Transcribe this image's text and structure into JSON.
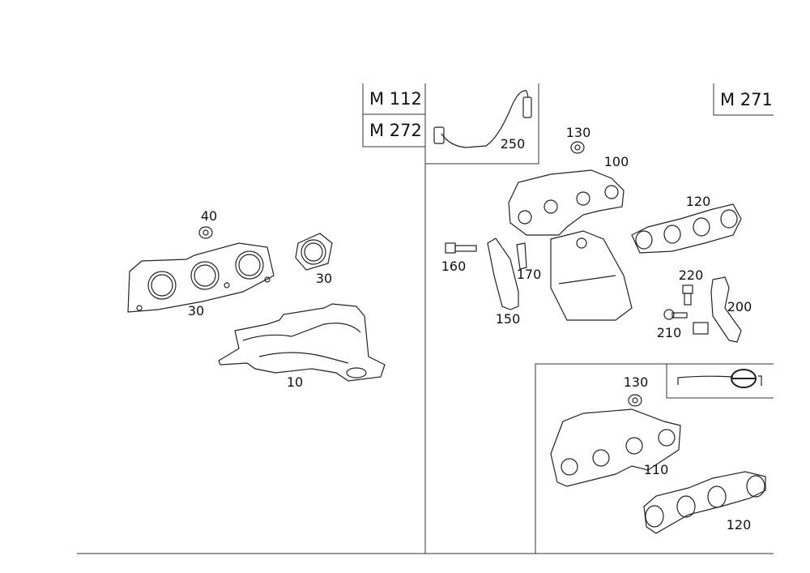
{
  "engine_labels": {
    "m112": "M 112",
    "m272": "M 272",
    "m271": "M 271"
  },
  "callouts": {
    "p40": "40",
    "p30a": "30",
    "p30b": "30",
    "p10": "10",
    "p250": "250",
    "p130a": "130",
    "p100": "100",
    "p120a": "120",
    "p160": "160",
    "p170": "170",
    "p150": "150",
    "p220": "220",
    "p200": "200",
    "p210": "210",
    "p130b": "130",
    "p110": "110",
    "p120b": "120"
  }
}
